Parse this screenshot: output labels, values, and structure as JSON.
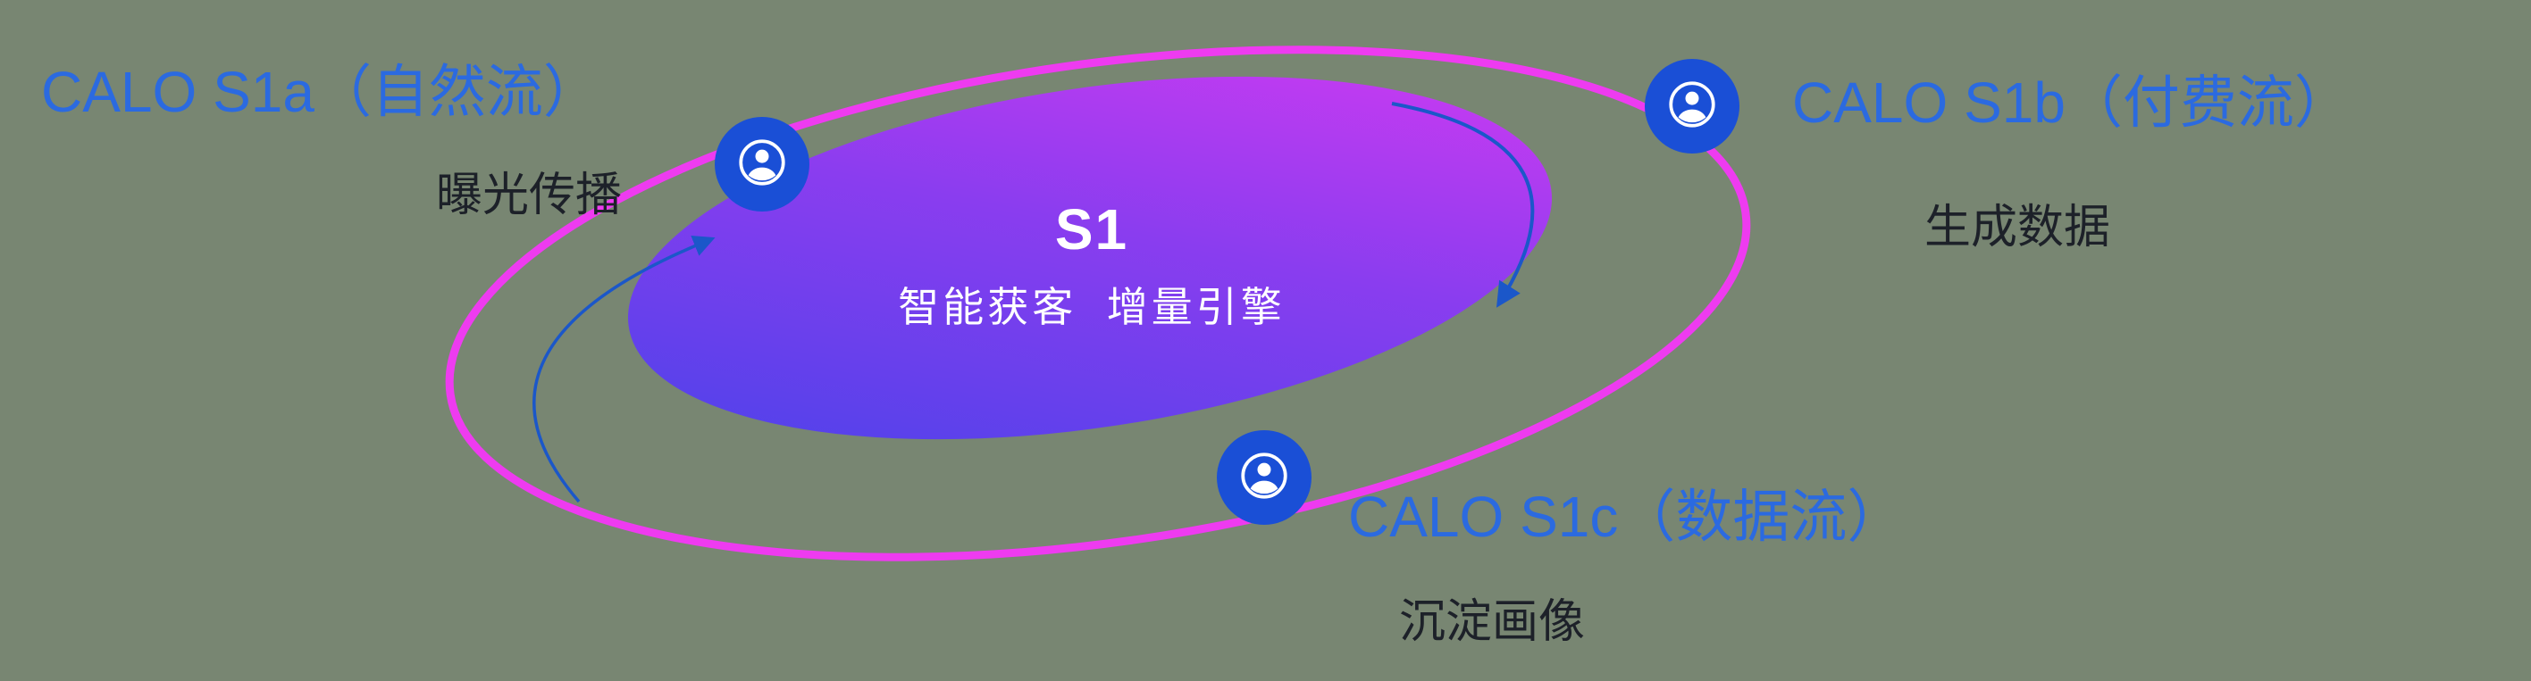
{
  "core": {
    "title": "S1",
    "subtitle": "智能获客  增量引擎"
  },
  "nodes": {
    "s1a": {
      "title": "CALO S1a（自然流）",
      "subtitle": "曝光传播"
    },
    "s1b": {
      "title": "CALO S1b（付费流）",
      "subtitle": "生成数据"
    },
    "s1c": {
      "title": "CALO S1c（数据流）",
      "subtitle": "沉淀画像"
    }
  },
  "icons": {
    "s1a": "person-circle-icon",
    "s1b": "person-circle-icon",
    "s1c": "person-circle-icon"
  },
  "colors": {
    "background": "#788672",
    "orbit_ring": "#ee3bf0",
    "core_gradient_start": "#4643e9",
    "core_gradient_end": "#d83af2",
    "node_circle_blue": "#1a4fd6",
    "title_blue": "#2b6ae0",
    "text_dark": "#1d2129",
    "arrow_blue": "#1b57c9"
  }
}
